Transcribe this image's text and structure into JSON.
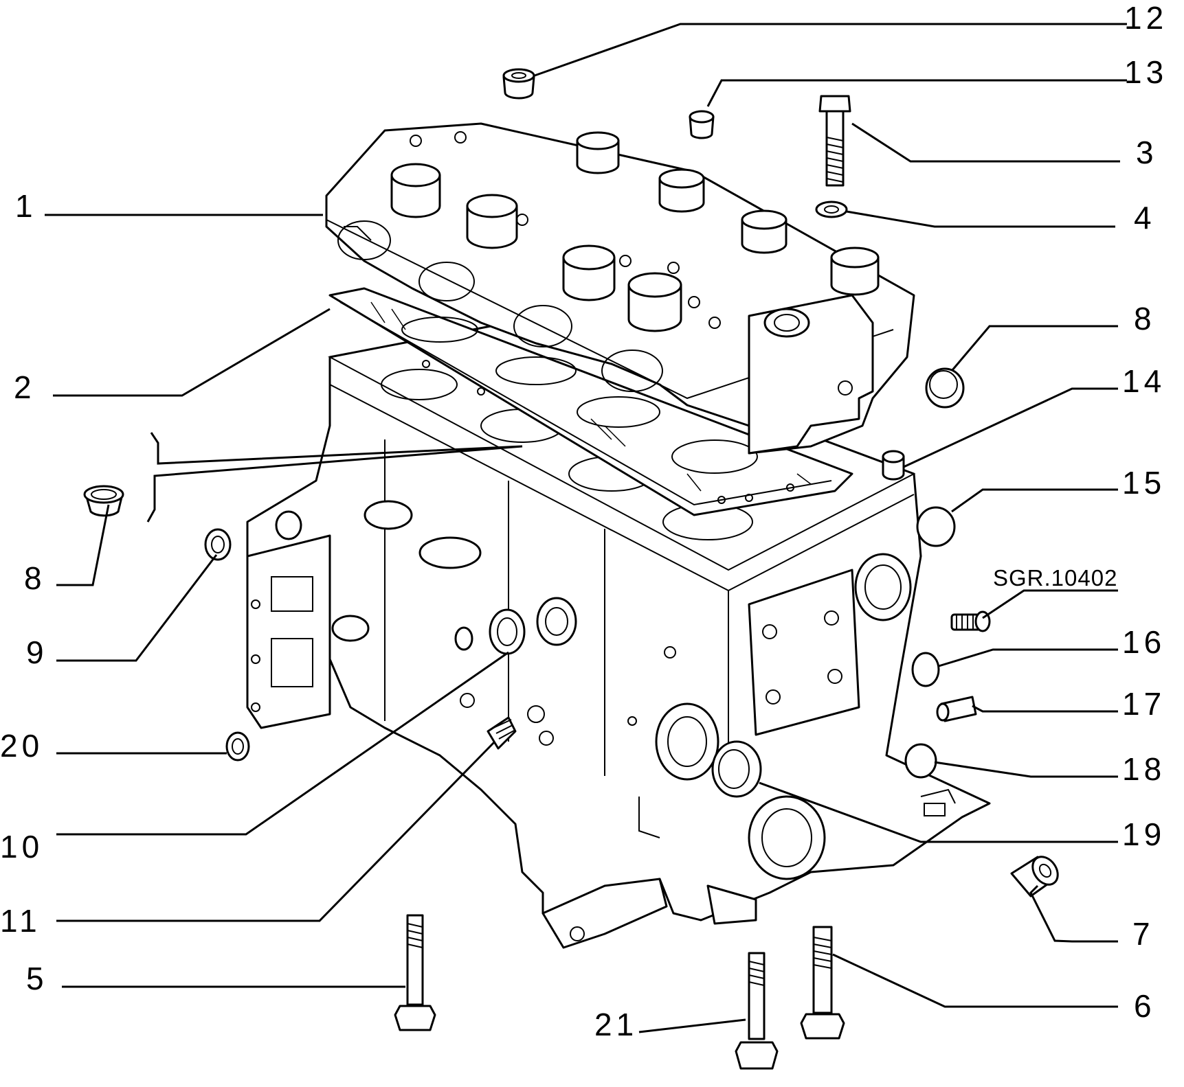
{
  "diagram": {
    "reference_code": "SGR.10402",
    "callouts": [
      {
        "id": "1",
        "label": "1"
      },
      {
        "id": "2",
        "label": "2"
      },
      {
        "id": "3",
        "label": "3"
      },
      {
        "id": "4",
        "label": "4"
      },
      {
        "id": "5",
        "label": "5"
      },
      {
        "id": "6",
        "label": "6"
      },
      {
        "id": "7",
        "label": "7"
      },
      {
        "id": "8a",
        "label": "8"
      },
      {
        "id": "8b",
        "label": "8"
      },
      {
        "id": "9",
        "label": "9"
      },
      {
        "id": "10",
        "label": "10"
      },
      {
        "id": "11",
        "label": "11"
      },
      {
        "id": "12",
        "label": "12"
      },
      {
        "id": "13",
        "label": "13"
      },
      {
        "id": "14",
        "label": "14"
      },
      {
        "id": "15",
        "label": "15"
      },
      {
        "id": "16",
        "label": "16"
      },
      {
        "id": "17",
        "label": "17"
      },
      {
        "id": "18",
        "label": "18"
      },
      {
        "id": "19",
        "label": "19"
      },
      {
        "id": "20",
        "label": "20"
      },
      {
        "id": "21",
        "label": "21"
      }
    ]
  }
}
